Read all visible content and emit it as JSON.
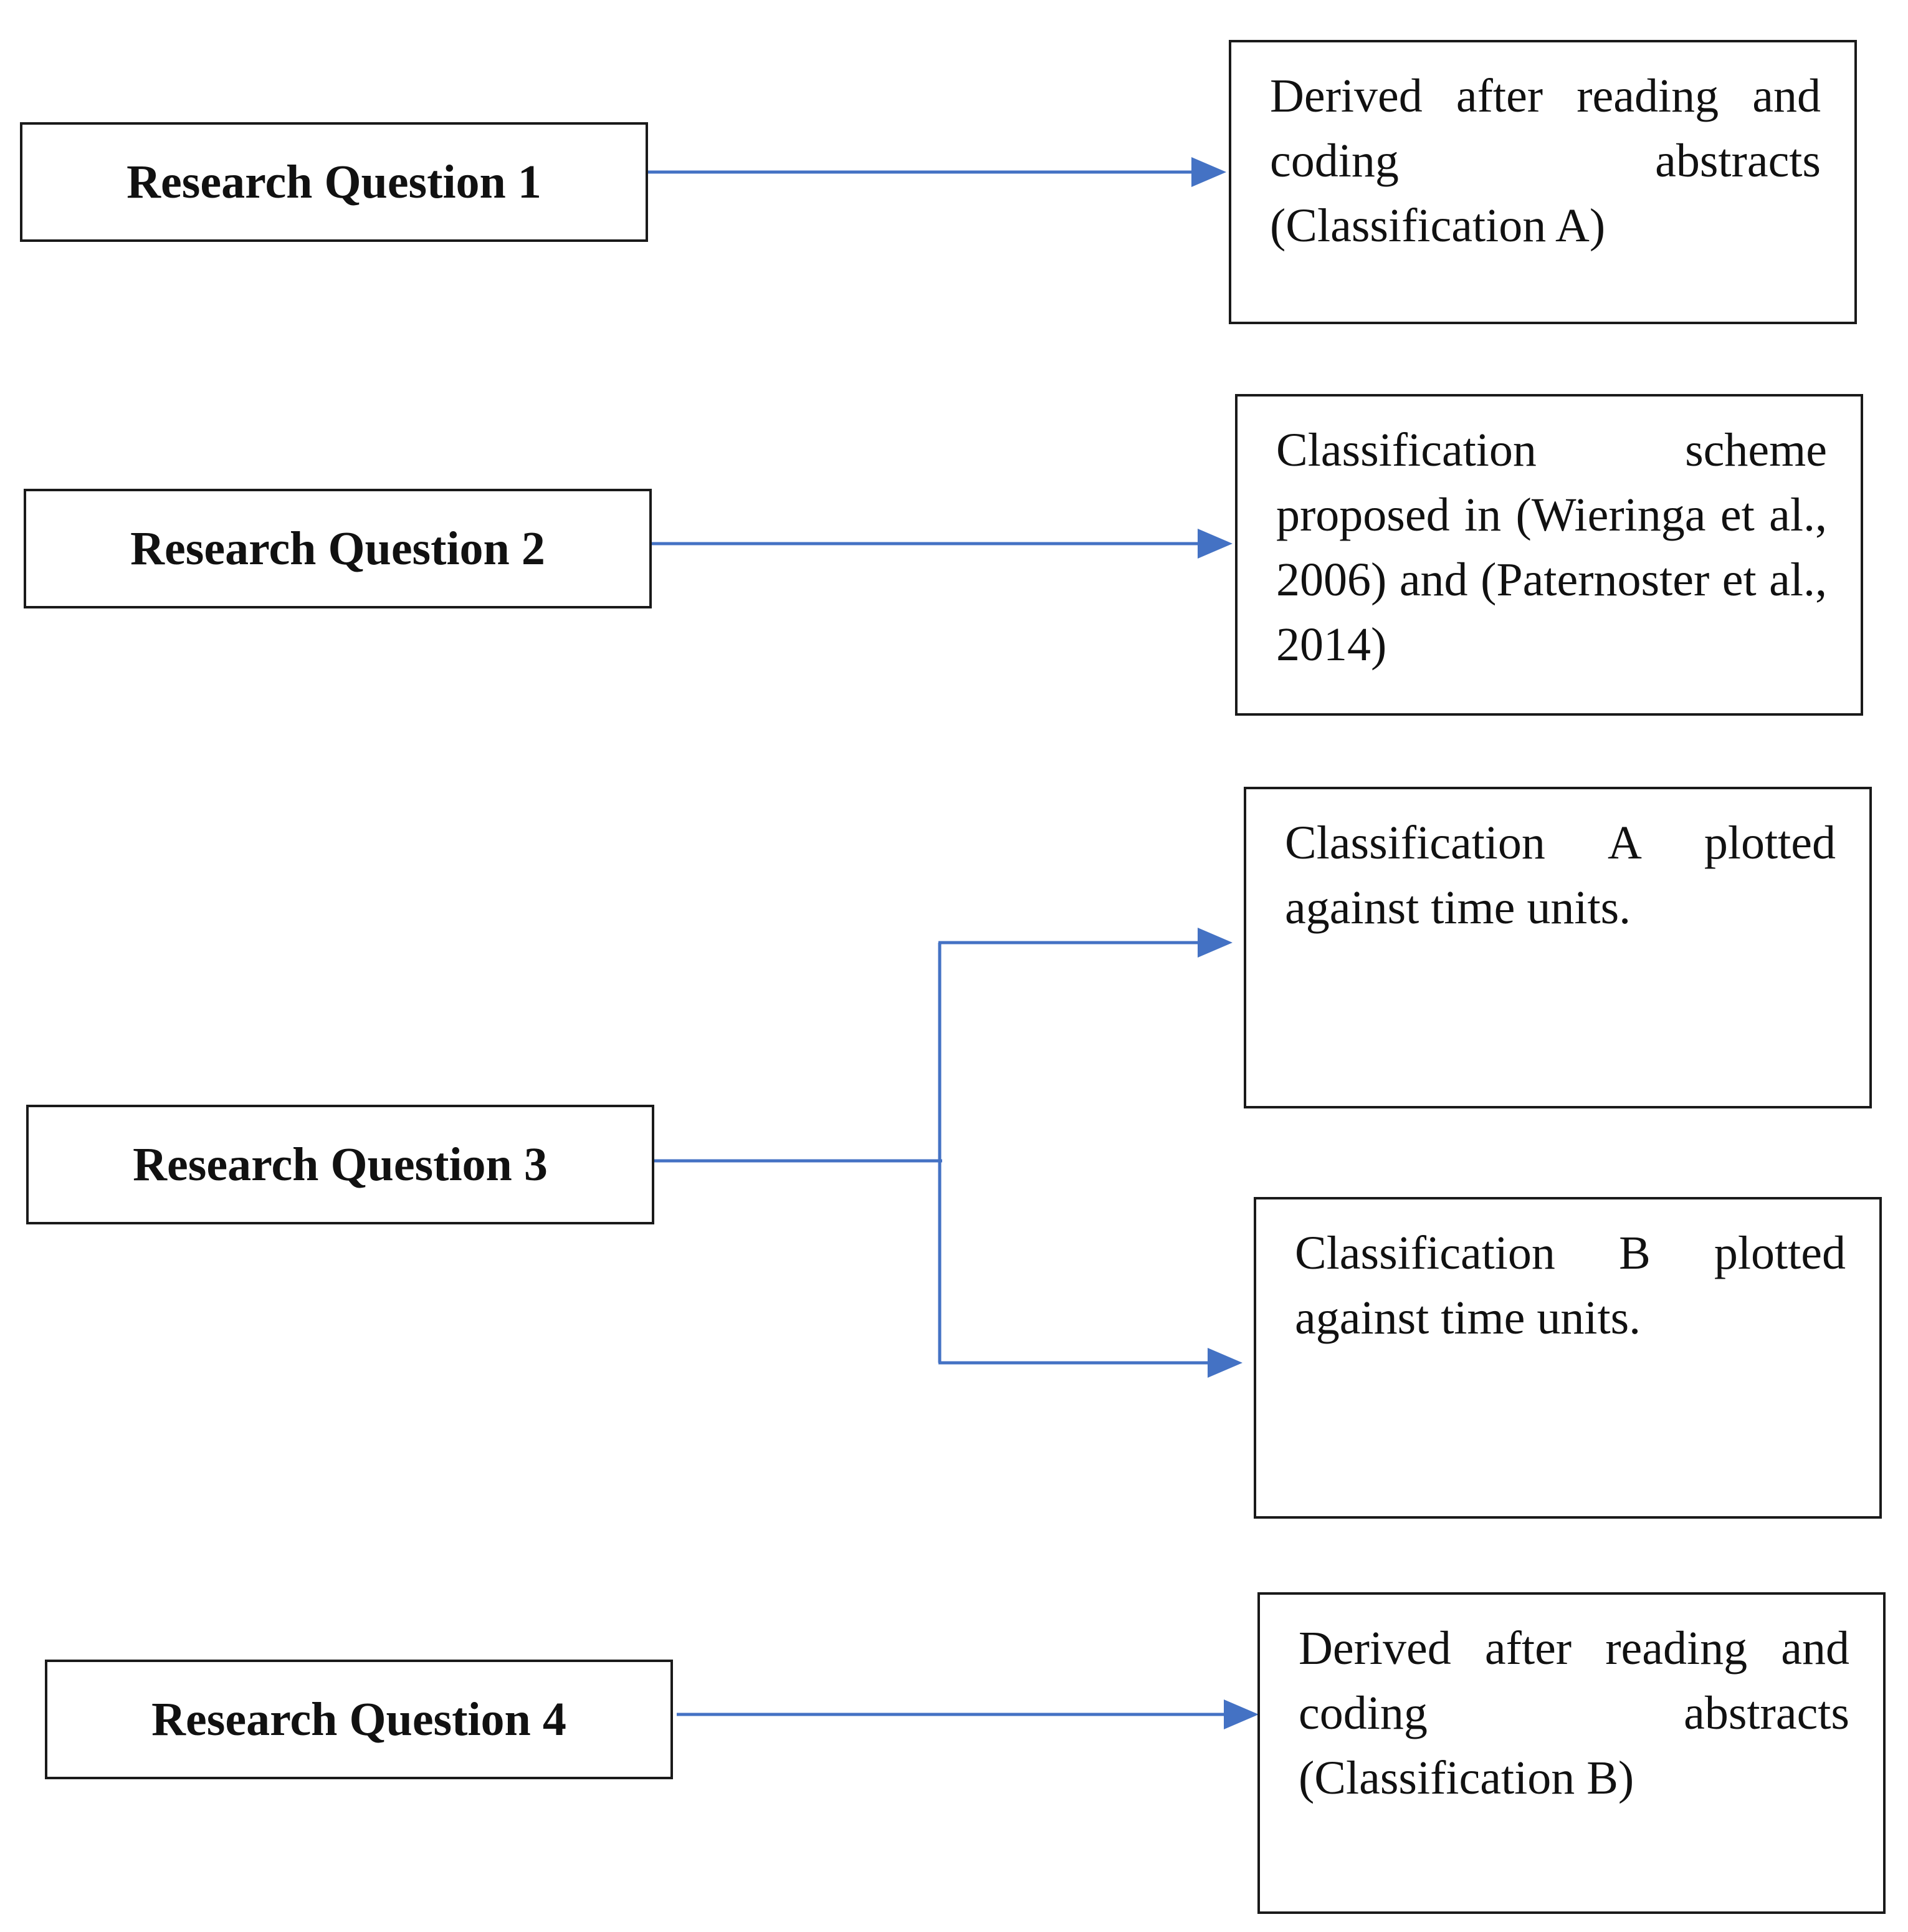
{
  "questions": [
    {
      "label": "Research Question 1"
    },
    {
      "label": "Research Question 2"
    },
    {
      "label": "Research Question 3"
    },
    {
      "label": "Research Question 4"
    }
  ],
  "outcomes": [
    {
      "text": "Derived after reading and coding abstracts (Classification A)"
    },
    {
      "text": "Classification scheme proposed in (Wieringa et al., 2006) and (Paternoster et al., 2014)"
    },
    {
      "text": "Classification A plotted against time units."
    },
    {
      "text": "Classification B plotted against time units."
    },
    {
      "text": "Derived after reading and coding abstracts (Classification B)"
    }
  ],
  "colors": {
    "arrow": "#4472c4",
    "border": "#1a1a1a"
  }
}
